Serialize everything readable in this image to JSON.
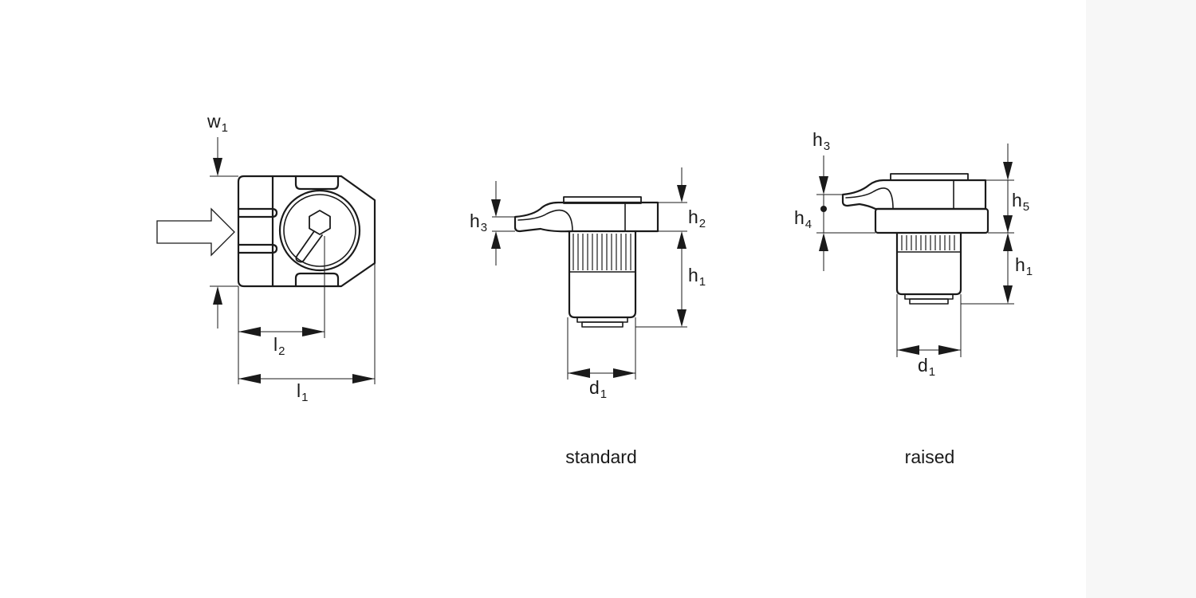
{
  "views": {
    "top": {
      "labels": {
        "w1": {
          "main": "w",
          "sub": "1"
        },
        "l2": {
          "main": "l",
          "sub": "2"
        },
        "l1": {
          "main": "l",
          "sub": "1"
        }
      }
    },
    "standard": {
      "caption": "standard",
      "labels": {
        "h3": {
          "main": "h",
          "sub": "3"
        },
        "h2": {
          "main": "h",
          "sub": "2"
        },
        "h1": {
          "main": "h",
          "sub": "1"
        },
        "d1": {
          "main": "d",
          "sub": "1"
        }
      }
    },
    "raised": {
      "caption": "raised",
      "labels": {
        "h3": {
          "main": "h",
          "sub": "3"
        },
        "h4": {
          "main": "h",
          "sub": "4"
        },
        "h5": {
          "main": "h",
          "sub": "5"
        },
        "h1": {
          "main": "h",
          "sub": "1"
        },
        "d1": {
          "main": "d",
          "sub": "1"
        }
      }
    }
  },
  "colors": {
    "line": "#1a1a1a",
    "background": "#ffffff",
    "side_band": "#f7f7f7"
  }
}
